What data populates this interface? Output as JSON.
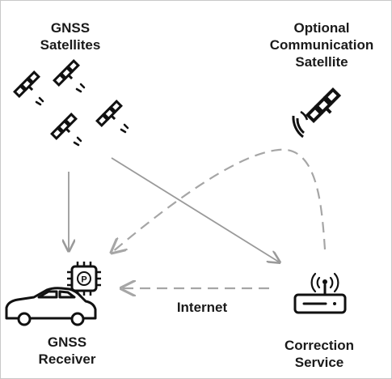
{
  "labels": {
    "gnss_satellites": [
      "GNSS",
      "Satellites"
    ],
    "comm_satellite": [
      "Optional",
      "Communication",
      "Satellite"
    ],
    "gnss_receiver": [
      "GNSS",
      "Receiver"
    ],
    "correction_service": [
      "Correction",
      "Service"
    ],
    "internet": "Internet",
    "receiver_chip_letter": "P"
  },
  "colors": {
    "icon": "#111111",
    "solid_arrow": "#9a9a9a",
    "dashed_arrow": "#a6a6a6"
  },
  "icons": [
    "satellite-icon",
    "antenna-satellite-icon",
    "chip-icon",
    "car-icon",
    "router-icon"
  ]
}
